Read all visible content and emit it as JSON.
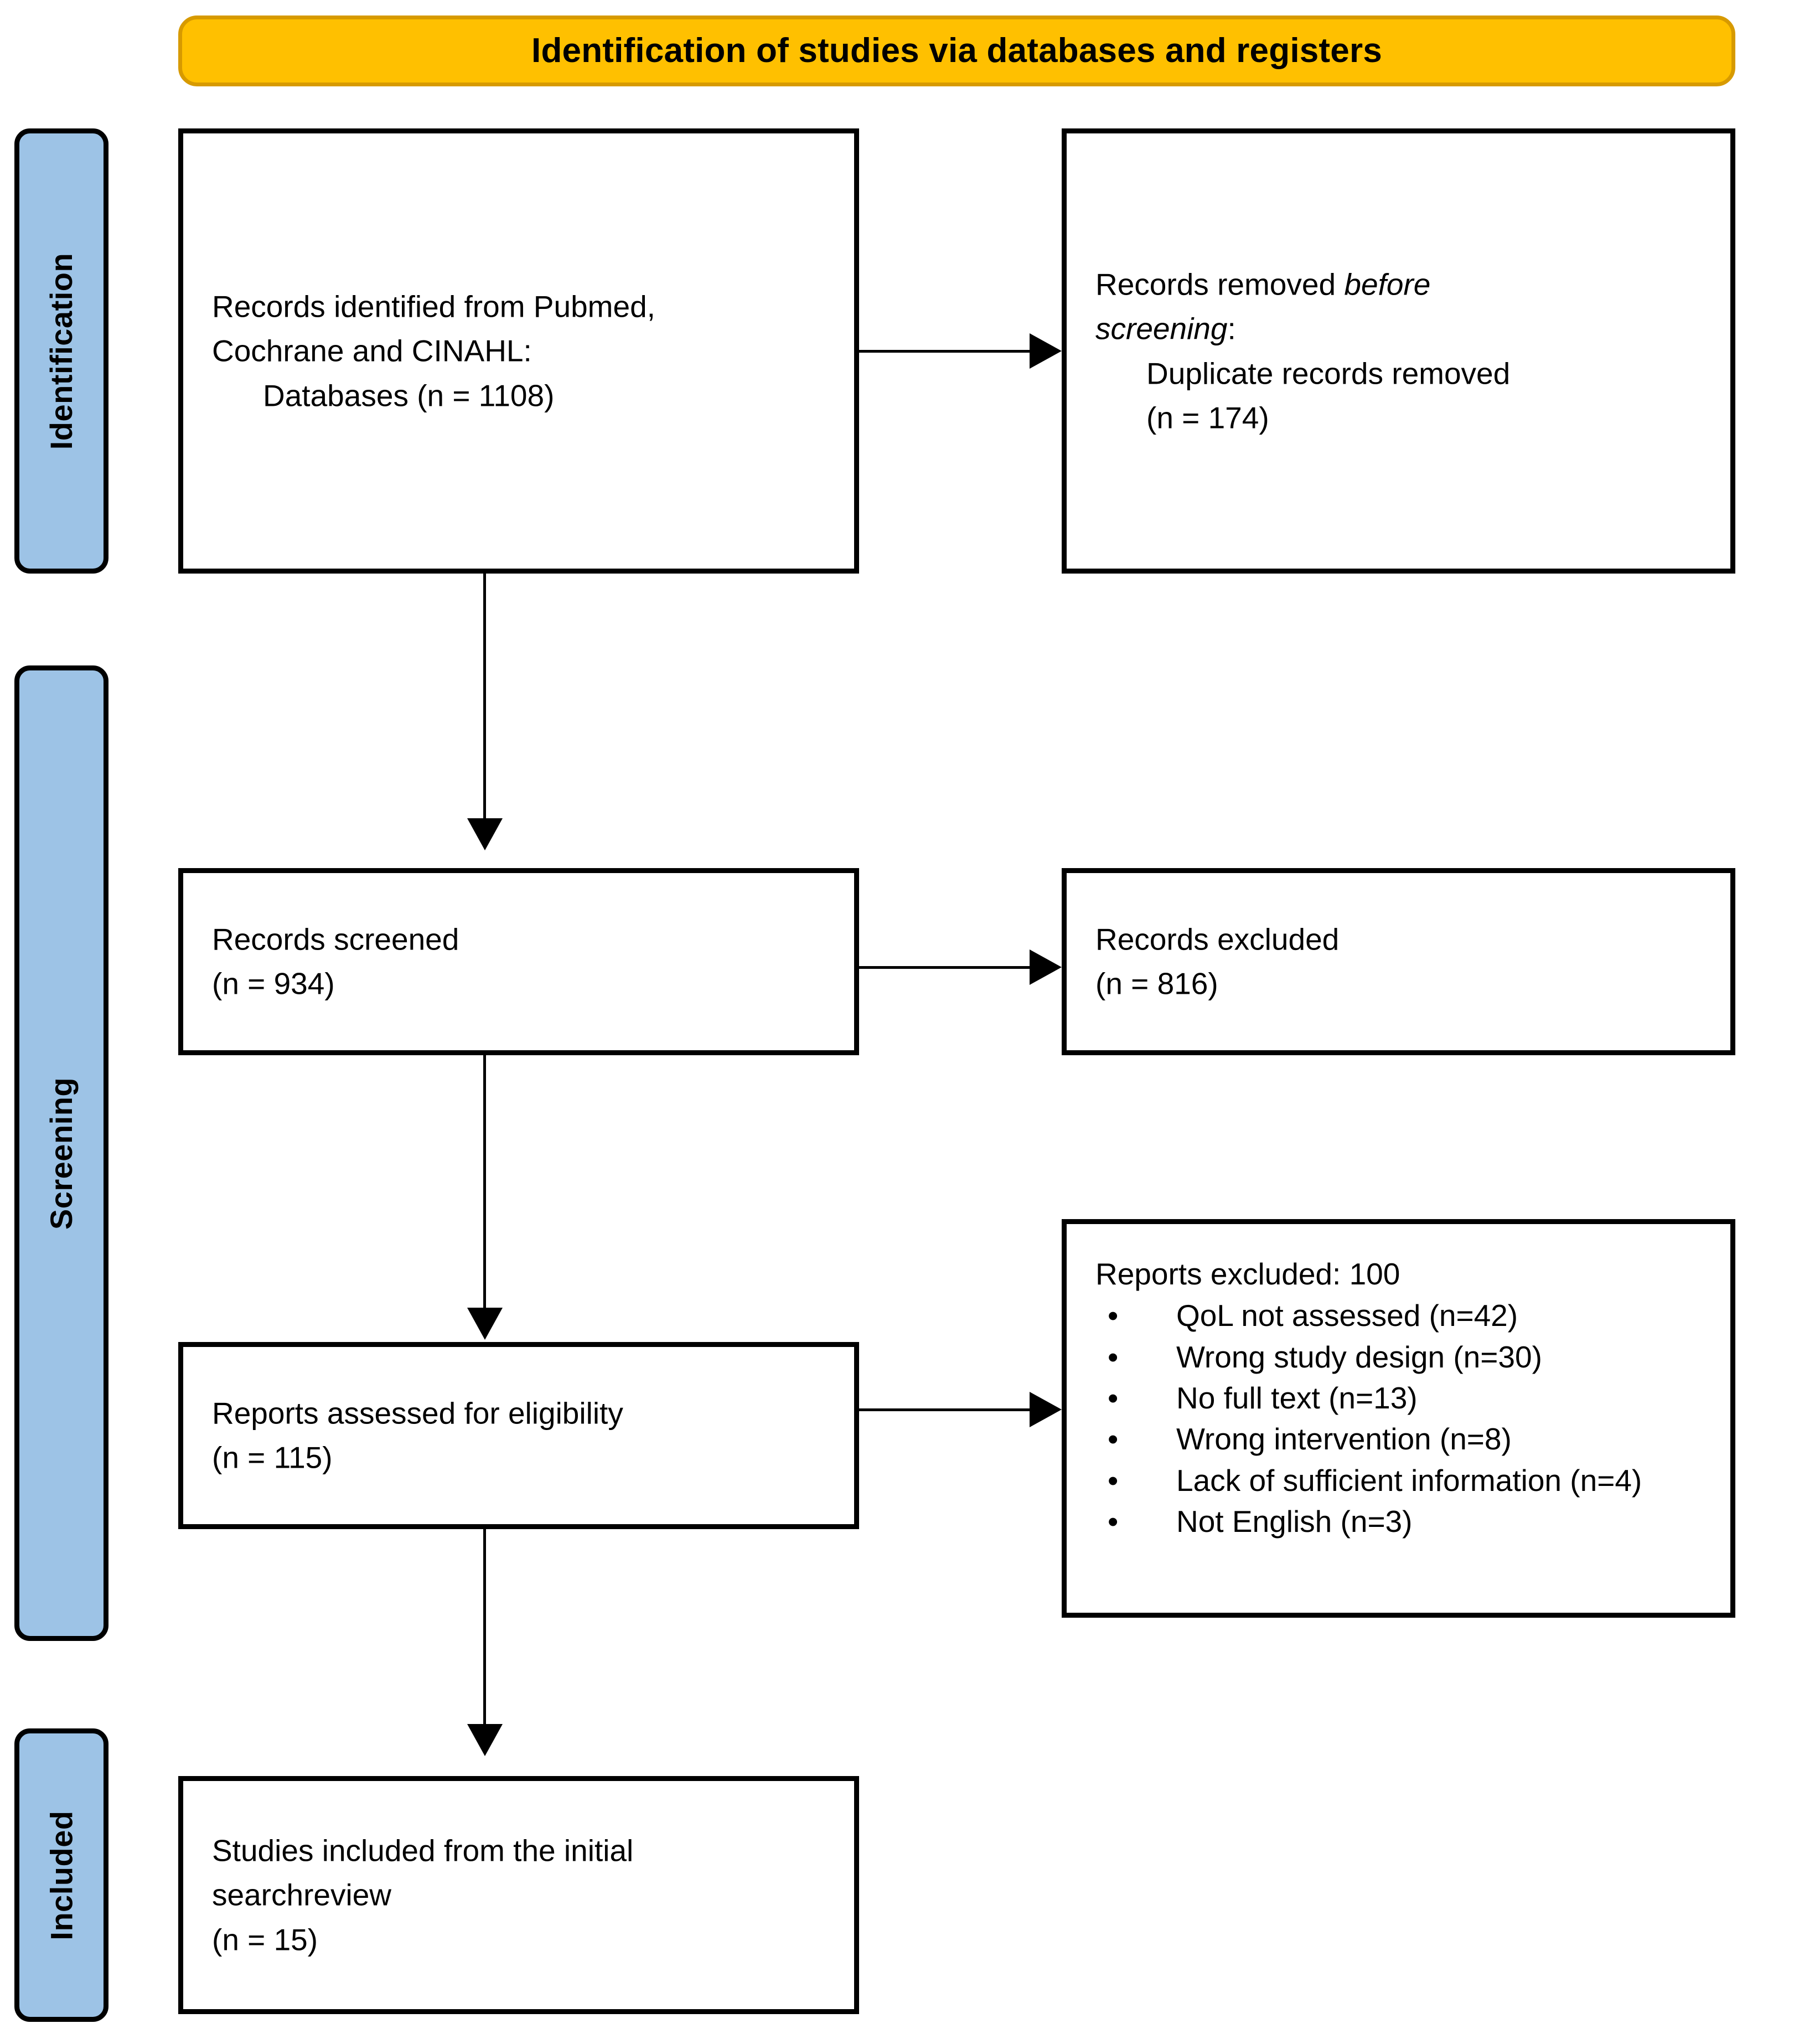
{
  "banner": {
    "title": "Identification of studies via databases and registers"
  },
  "stages": [
    {
      "id": "identification",
      "label": "Identification"
    },
    {
      "id": "screening",
      "label": "Screening"
    },
    {
      "id": "included",
      "label": "Included"
    }
  ],
  "boxes": {
    "identified": {
      "line1": "Records identified from Pubmed,",
      "line2": "Cochrane and CINAHL:",
      "line3": "Databases (n = 1108)"
    },
    "removed": {
      "line1_pre": "Records removed ",
      "line1_em": "before",
      "line2_em": "screening",
      "line2_post": ":",
      "line3": "Duplicate records removed",
      "line4": "(n = 174)"
    },
    "screened": {
      "line1": "Records screened",
      "line2": "(n = 934)"
    },
    "excluded": {
      "line1": "Records excluded",
      "line2": "(n = 816)"
    },
    "assessed": {
      "line1": "Reports assessed for eligibility",
      "line2": "(n = 115)"
    },
    "reports_excluded": {
      "heading": "Reports excluded: 100",
      "items": [
        "QoL not assessed (n=42)",
        "Wrong study design (n=30)",
        "No full text (n=13)",
        "Wrong intervention (n=8)",
        "Lack of sufficient information (n=4)",
        "Not English (n=3)"
      ]
    },
    "included": {
      "line1": "Studies included from the initial",
      "line2": "searchreview",
      "line3": "(n = 15)"
    }
  },
  "colors": {
    "banner_fill": "#FFC000",
    "banner_border": "#D79A00",
    "stage_fill": "#9DC3E6",
    "box_border": "#000000",
    "box_fill": "#FFFFFF"
  }
}
